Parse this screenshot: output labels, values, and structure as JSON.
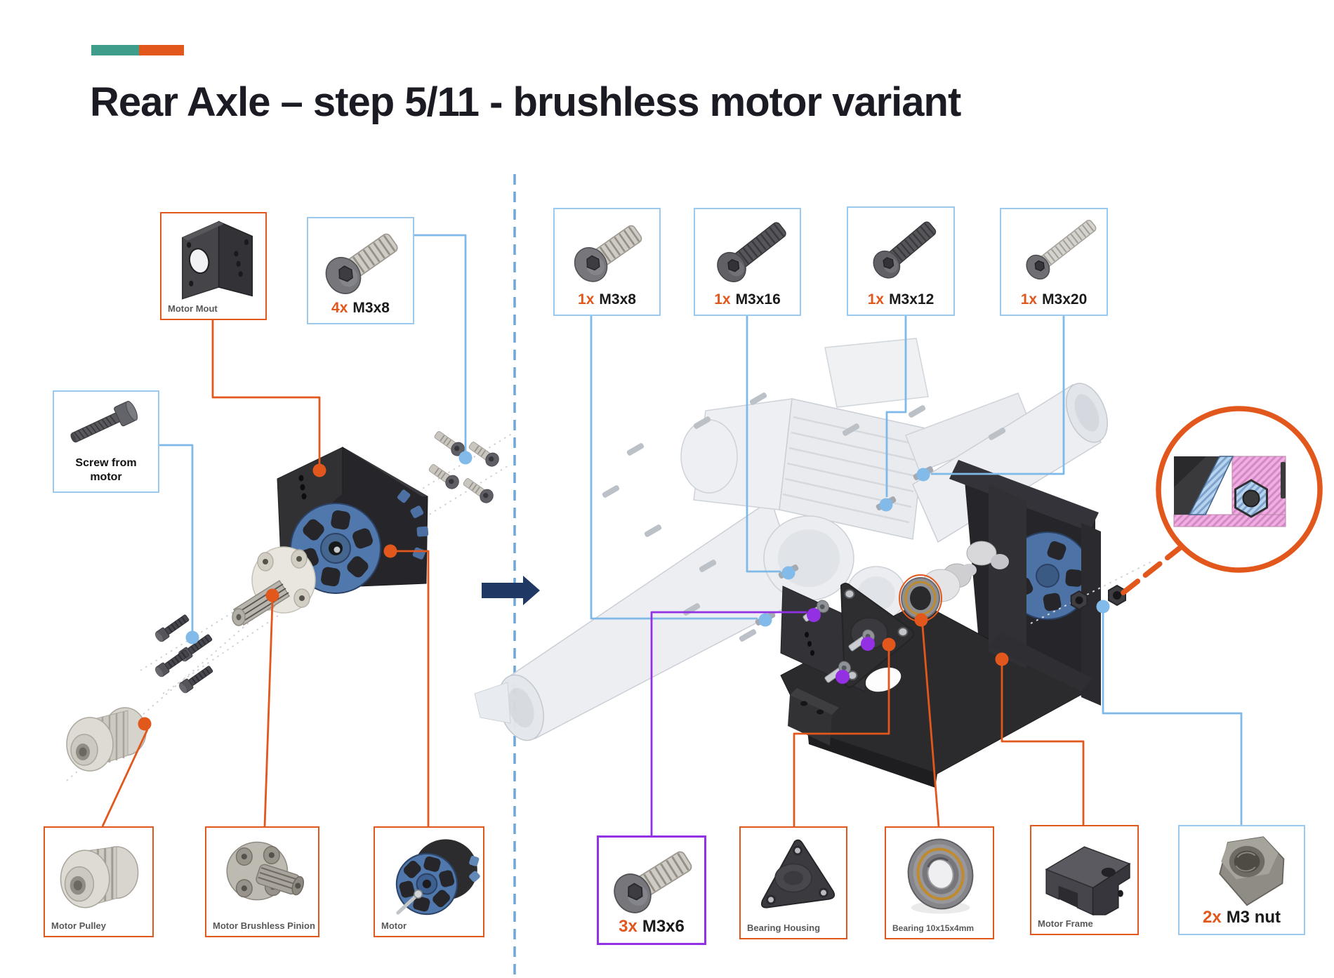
{
  "header": {
    "title": "Rear Axle – step 5/11 - brushless motor variant"
  },
  "parts": {
    "motor_mount": {
      "label": "Motor Mout",
      "icon": "l-bracket-icon"
    },
    "m3x8_4x": {
      "qty": "4x",
      "size": "M3x8",
      "icon": "button-screw-icon"
    },
    "screw_from_motor": {
      "label": "Screw from motor",
      "icon": "cap-screw-icon"
    },
    "motor_pulley": {
      "label": "Motor Pulley",
      "icon": "pulley-icon"
    },
    "motor_brushless_pinion": {
      "label": "Motor Brushless Pinion",
      "icon": "pinion-icon"
    },
    "motor": {
      "label": "Motor",
      "icon": "brushless-motor-icon"
    },
    "m3x8_1x": {
      "qty": "1x",
      "size": "M3x8",
      "icon": "button-screw-icon"
    },
    "m3x16_1x": {
      "qty": "1x",
      "size": "M3x16",
      "icon": "button-screw-icon"
    },
    "m3x12_1x": {
      "qty": "1x",
      "size": "M3x12",
      "icon": "button-screw-icon"
    },
    "m3x20_1x": {
      "qty": "1x",
      "size": "M3x20",
      "icon": "button-screw-icon"
    },
    "m3x6_3x": {
      "qty": "3x",
      "size": "M3x6",
      "icon": "button-screw-icon"
    },
    "bearing_housing": {
      "label": "Bearing Housing",
      "icon": "bearing-housing-icon"
    },
    "bearing": {
      "label": "Bearing 10x15x4mm",
      "icon": "bearing-icon"
    },
    "motor_frame": {
      "label": "Motor Frame",
      "icon": "motor-frame-icon"
    },
    "m3_nut": {
      "qty": "2x",
      "size": "M3  nut",
      "icon": "hex-nut-icon"
    }
  },
  "colors": {
    "accent_teal": "#3F9D8C",
    "accent_orange": "#E2571C",
    "callout_blue_border": "#9CCAEE",
    "callout_blue_line": "#7FB9E8",
    "callout_purple": "#9430E4",
    "divider_blue": "#5E9FD8",
    "arrow_navy": "#1F3864",
    "section_pink": "#F2AEE3",
    "section_blue": "#B6D3EF"
  }
}
